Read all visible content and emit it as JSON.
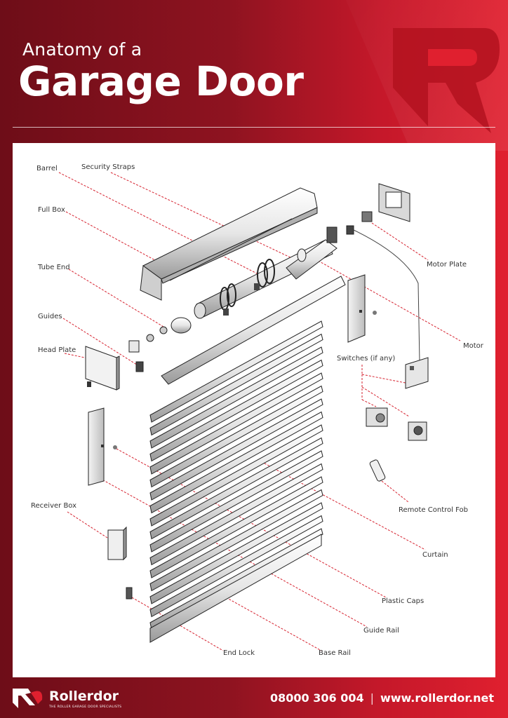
{
  "header": {
    "subtitle": "Anatomy of a",
    "title": "Garage Door"
  },
  "labels": {
    "barrel": "Barrel",
    "security_straps": "Security Straps",
    "full_box": "Full Box",
    "tube_end": "Tube End",
    "guides": "Guides",
    "head_plate": "Head Plate",
    "receiver_box": "Receiver Box",
    "motor_plate": "Motor Plate",
    "motor": "Motor",
    "switches": "Switches (if any)",
    "remote_control_fob": "Remote Control Fob",
    "curtain": "Curtain",
    "plastic_caps": "Plastic Caps",
    "guide_rail": "Guide Rail",
    "end_lock": "End Lock",
    "base_rail": "Base Rail"
  },
  "footer": {
    "brand": "Rollerdor",
    "tagline": "THE ROLLER GARAGE DOOR SPECIALISTS",
    "phone": "08000 306 004",
    "separator": "|",
    "website": "www.rollerdor.net"
  },
  "colors": {
    "brand_red": "#e0202f",
    "dark_red": "#6e0d18",
    "leader_line": "#d6222f"
  }
}
